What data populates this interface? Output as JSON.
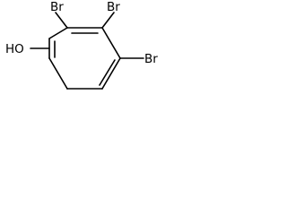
{
  "molecule": {
    "substituents": {
      "hydroxyl": "HO",
      "bromo_2": "Br",
      "bromo_3": "Br",
      "bromo_4": "Br"
    },
    "colors": {
      "bond": "#000000",
      "text": "#000000",
      "background": "#ffffff"
    }
  }
}
